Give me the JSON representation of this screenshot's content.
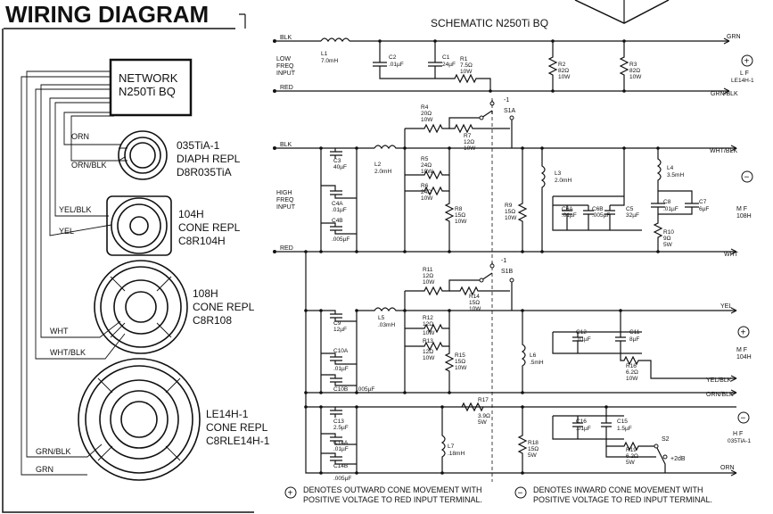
{
  "page": {
    "title": "WIRING DIAGRAM",
    "schematic_title": "SCHEMATIC N250Ti BQ"
  },
  "wiring": {
    "network_line1": "NETWORK",
    "network_line2": "N250Ti BQ",
    "drivers": [
      {
        "line1": "035TiA-1",
        "line2": "DIAPH REPL",
        "line3": "D8R035TiA"
      },
      {
        "line1": "104H",
        "line2": "CONE REPL",
        "line3": "C8R104H"
      },
      {
        "line1": "108H",
        "line2": "CONE REPL",
        "line3": "C8R108"
      },
      {
        "line1": "LE14H-1",
        "line2": "CONE REPL",
        "line3": "C8RLE14H-1"
      }
    ],
    "wire_labels": [
      "ORN",
      "ORN/BLK",
      "YEL/BLK",
      "YEL",
      "WHT",
      "WHT/BLK",
      "GRN/BLK",
      "GRN"
    ]
  },
  "schematic": {
    "inputs": {
      "low_blk": "BLK",
      "low_red": "RED",
      "low_label": [
        "LOW",
        "FREQ",
        "INPUT"
      ],
      "high_blk": "BLK",
      "high_red": "RED",
      "high_label": [
        "HIGH",
        "FREQ",
        "INPUT"
      ]
    },
    "components": [
      {
        "name": "L1",
        "value": "7.0mH"
      },
      {
        "name": "C2",
        "value": ".01µF"
      },
      {
        "name": "C1",
        "value": "24µF"
      },
      {
        "name": "R1",
        "value": "7.5Ω",
        "rating": "10W"
      },
      {
        "name": "R2",
        "value": "82Ω",
        "rating": "10W"
      },
      {
        "name": "R3",
        "value": "82Ω",
        "rating": "10W"
      },
      {
        "name": "C3",
        "value": "40µF"
      },
      {
        "name": "L2",
        "value": "2.0mH"
      },
      {
        "name": "C4A",
        "value": ".01µF"
      },
      {
        "name": "C4B",
        "value": ".005µF"
      },
      {
        "name": "R4",
        "value": "20Ω",
        "rating": "10W"
      },
      {
        "name": "R7",
        "value": "12Ω",
        "rating": "10W"
      },
      {
        "name": "R5",
        "value": "24Ω",
        "rating": "10W"
      },
      {
        "name": "R6",
        "value": "24Ω",
        "rating": "10W"
      },
      {
        "name": "R8",
        "value": "15Ω",
        "rating": "10W"
      },
      {
        "name": "R9",
        "value": "15Ω",
        "rating": "10W"
      },
      {
        "name": "L3",
        "value": "2.0mH"
      },
      {
        "name": "C6A",
        "value": ".01µF"
      },
      {
        "name": "C6B",
        "value": ".005µF"
      },
      {
        "name": "C5",
        "value": "32µF"
      },
      {
        "name": "L4",
        "value": "3.5mH"
      },
      {
        "name": "C8",
        "value": ".01µF"
      },
      {
        "name": "C7",
        "value": "6µF"
      },
      {
        "name": "R10",
        "value": "9Ω",
        "rating": "5W"
      },
      {
        "name": "R11",
        "value": "12Ω",
        "rating": "10W"
      },
      {
        "name": "R14",
        "value": "15Ω",
        "rating": "10W"
      },
      {
        "name": "C9",
        "value": "12µF"
      },
      {
        "name": "L5",
        "value": ".03mH"
      },
      {
        "name": "R12",
        "value": "12Ω",
        "rating": "10W"
      },
      {
        "name": "R13",
        "value": "12Ω",
        "rating": "10W"
      },
      {
        "name": "R15",
        "value": "15Ω",
        "rating": "10W"
      },
      {
        "name": "C10A",
        "value": ".01µF"
      },
      {
        "name": "C10B",
        "value": ".005µF"
      },
      {
        "name": "L6",
        "value": ".5mH"
      },
      {
        "name": "C12",
        "value": ".01µF"
      },
      {
        "name": "C11",
        "value": "8µF"
      },
      {
        "name": "R16",
        "value": "6.2Ω",
        "rating": "10W"
      },
      {
        "name": "C13",
        "value": "2.5µF"
      },
      {
        "name": "R17",
        "value": "3.9Ω",
        "rating": "5W"
      },
      {
        "name": "C14A",
        "value": ".01µF"
      },
      {
        "name": "C14B",
        "value": ".005µF"
      },
      {
        "name": "L7",
        "value": ".18mH"
      },
      {
        "name": "R18",
        "value": "15Ω",
        "rating": "5W"
      },
      {
        "name": "C16",
        "value": ".01µF"
      },
      {
        "name": "C15",
        "value": "1.5µF"
      },
      {
        "name": "R19",
        "value": "6.2Ω",
        "rating": "5W"
      }
    ],
    "switches": {
      "s1a": "S1A",
      "s1b": "S1B",
      "s2": "S2",
      "minus1": "-1",
      "minus1b": "-1",
      "plus2db": "+2dB"
    },
    "outputs": {
      "grn": "GRN",
      "grn_blk": "GRN/BLK",
      "lf": [
        "L F",
        "LE14H-1"
      ],
      "wht_blk": "WHT/BLK",
      "wht": "WHT",
      "mf1": [
        "M F",
        "108H"
      ],
      "yel": "YEL",
      "yel_blk": "YEL/BLK",
      "mf2": [
        "M F",
        "104H"
      ],
      "orn_blk": "ORN/BLK",
      "orn": "ORN",
      "hf": [
        "H F",
        "035TiA-1"
      ]
    },
    "polarity": {
      "plus": "+",
      "minus": "−"
    }
  },
  "legend": {
    "plus_symbol": "+",
    "plus_line1": "DENOTES OUTWARD CONE MOVEMENT WITH",
    "plus_line2": "POSITIVE VOLTAGE TO RED INPUT TERMINAL.",
    "minus_symbol": "−",
    "minus_line1": "DENOTES INWARD CONE MOVEMENT WITH",
    "minus_line2": "POSITIVE VOLTAGE TO RED INPUT TERMINAL."
  }
}
